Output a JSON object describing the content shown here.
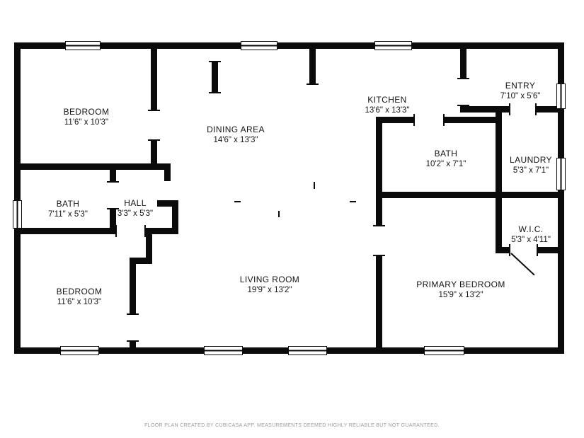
{
  "rooms": [
    {
      "id": "bedroom-top-left",
      "name": "BEDROOM",
      "dims": "11'6\" x 10'3\""
    },
    {
      "id": "dining-area",
      "name": "DINING AREA",
      "dims": "14'6\" x 13'3\""
    },
    {
      "id": "kitchen",
      "name": "KITCHEN",
      "dims": "13'6\" x 13'3\""
    },
    {
      "id": "entry",
      "name": "ENTRY",
      "dims": "7'10\" x 5'6\""
    },
    {
      "id": "bath-upper",
      "name": "BATH",
      "dims": "10'2\" x 7'1\""
    },
    {
      "id": "laundry",
      "name": "LAUNDRY",
      "dims": "5'3\" x 7'1\""
    },
    {
      "id": "bath-left",
      "name": "BATH",
      "dims": "7'11\" x 5'3\""
    },
    {
      "id": "hall",
      "name": "HALL",
      "dims": "3'3\" x 5'3\""
    },
    {
      "id": "wic",
      "name": "W.I.C.",
      "dims": "5'3\" x 4'11\""
    },
    {
      "id": "bedroom-bottom-left",
      "name": "BEDROOM",
      "dims": "11'6\" x 10'3\""
    },
    {
      "id": "living-room",
      "name": "LIVING ROOM",
      "dims": "19'9\" x 13'2\""
    },
    {
      "id": "primary-bedroom",
      "name": "PRIMARY BEDROOM",
      "dims": "15'9\" x 13'2\""
    }
  ],
  "footer": "FLOOR PLAN CREATED BY CUBICASA APP. MEASUREMENTS DEEMED HIGHLY RELIABLE BUT NOT GUARANTEED.",
  "colors": {
    "wall": "#0b0b0b",
    "background": "#ffffff",
    "footer_text": "#9b9b9b"
  }
}
